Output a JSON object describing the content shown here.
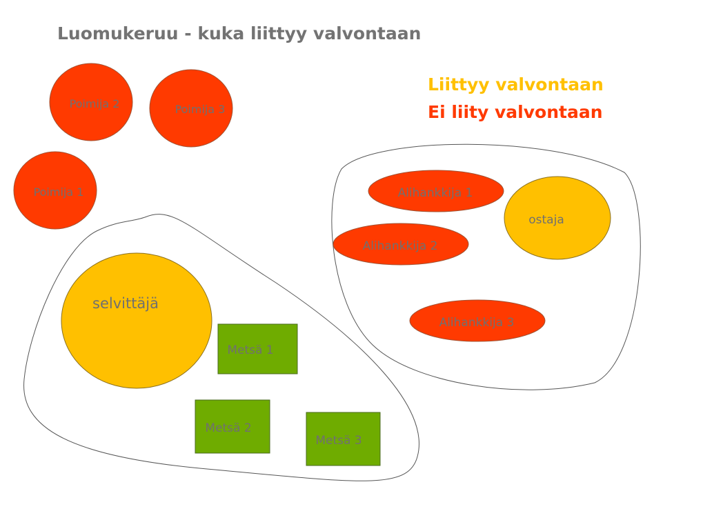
{
  "title": "Luomukeruu - kuka liittyy valvontaan",
  "legend": [
    {
      "label": "Liittyy valvontaan",
      "color": "#ffc000"
    },
    {
      "label": "Ei liity valvontaan",
      "color": "#ff3a00"
    }
  ],
  "colors": {
    "red": "#ff3a00",
    "yellow": "#ffc000",
    "green": "#6fac00",
    "text": "#707070"
  },
  "nodes": {
    "poimija1": "Poimija 1",
    "poimija2": "Poimija 2",
    "poimija3": "Poimija 3",
    "selvittaja": "selvittäjä",
    "metsa1": "Metsä 1",
    "metsa2": "Metsä 2",
    "metsa3": "Metsä 3",
    "alihankkija1": "Alihankkija 1",
    "alihankkija2": "Alihankkija 2",
    "alihankkija3": "Alihankkija 3",
    "ostaja": "ostaja"
  }
}
